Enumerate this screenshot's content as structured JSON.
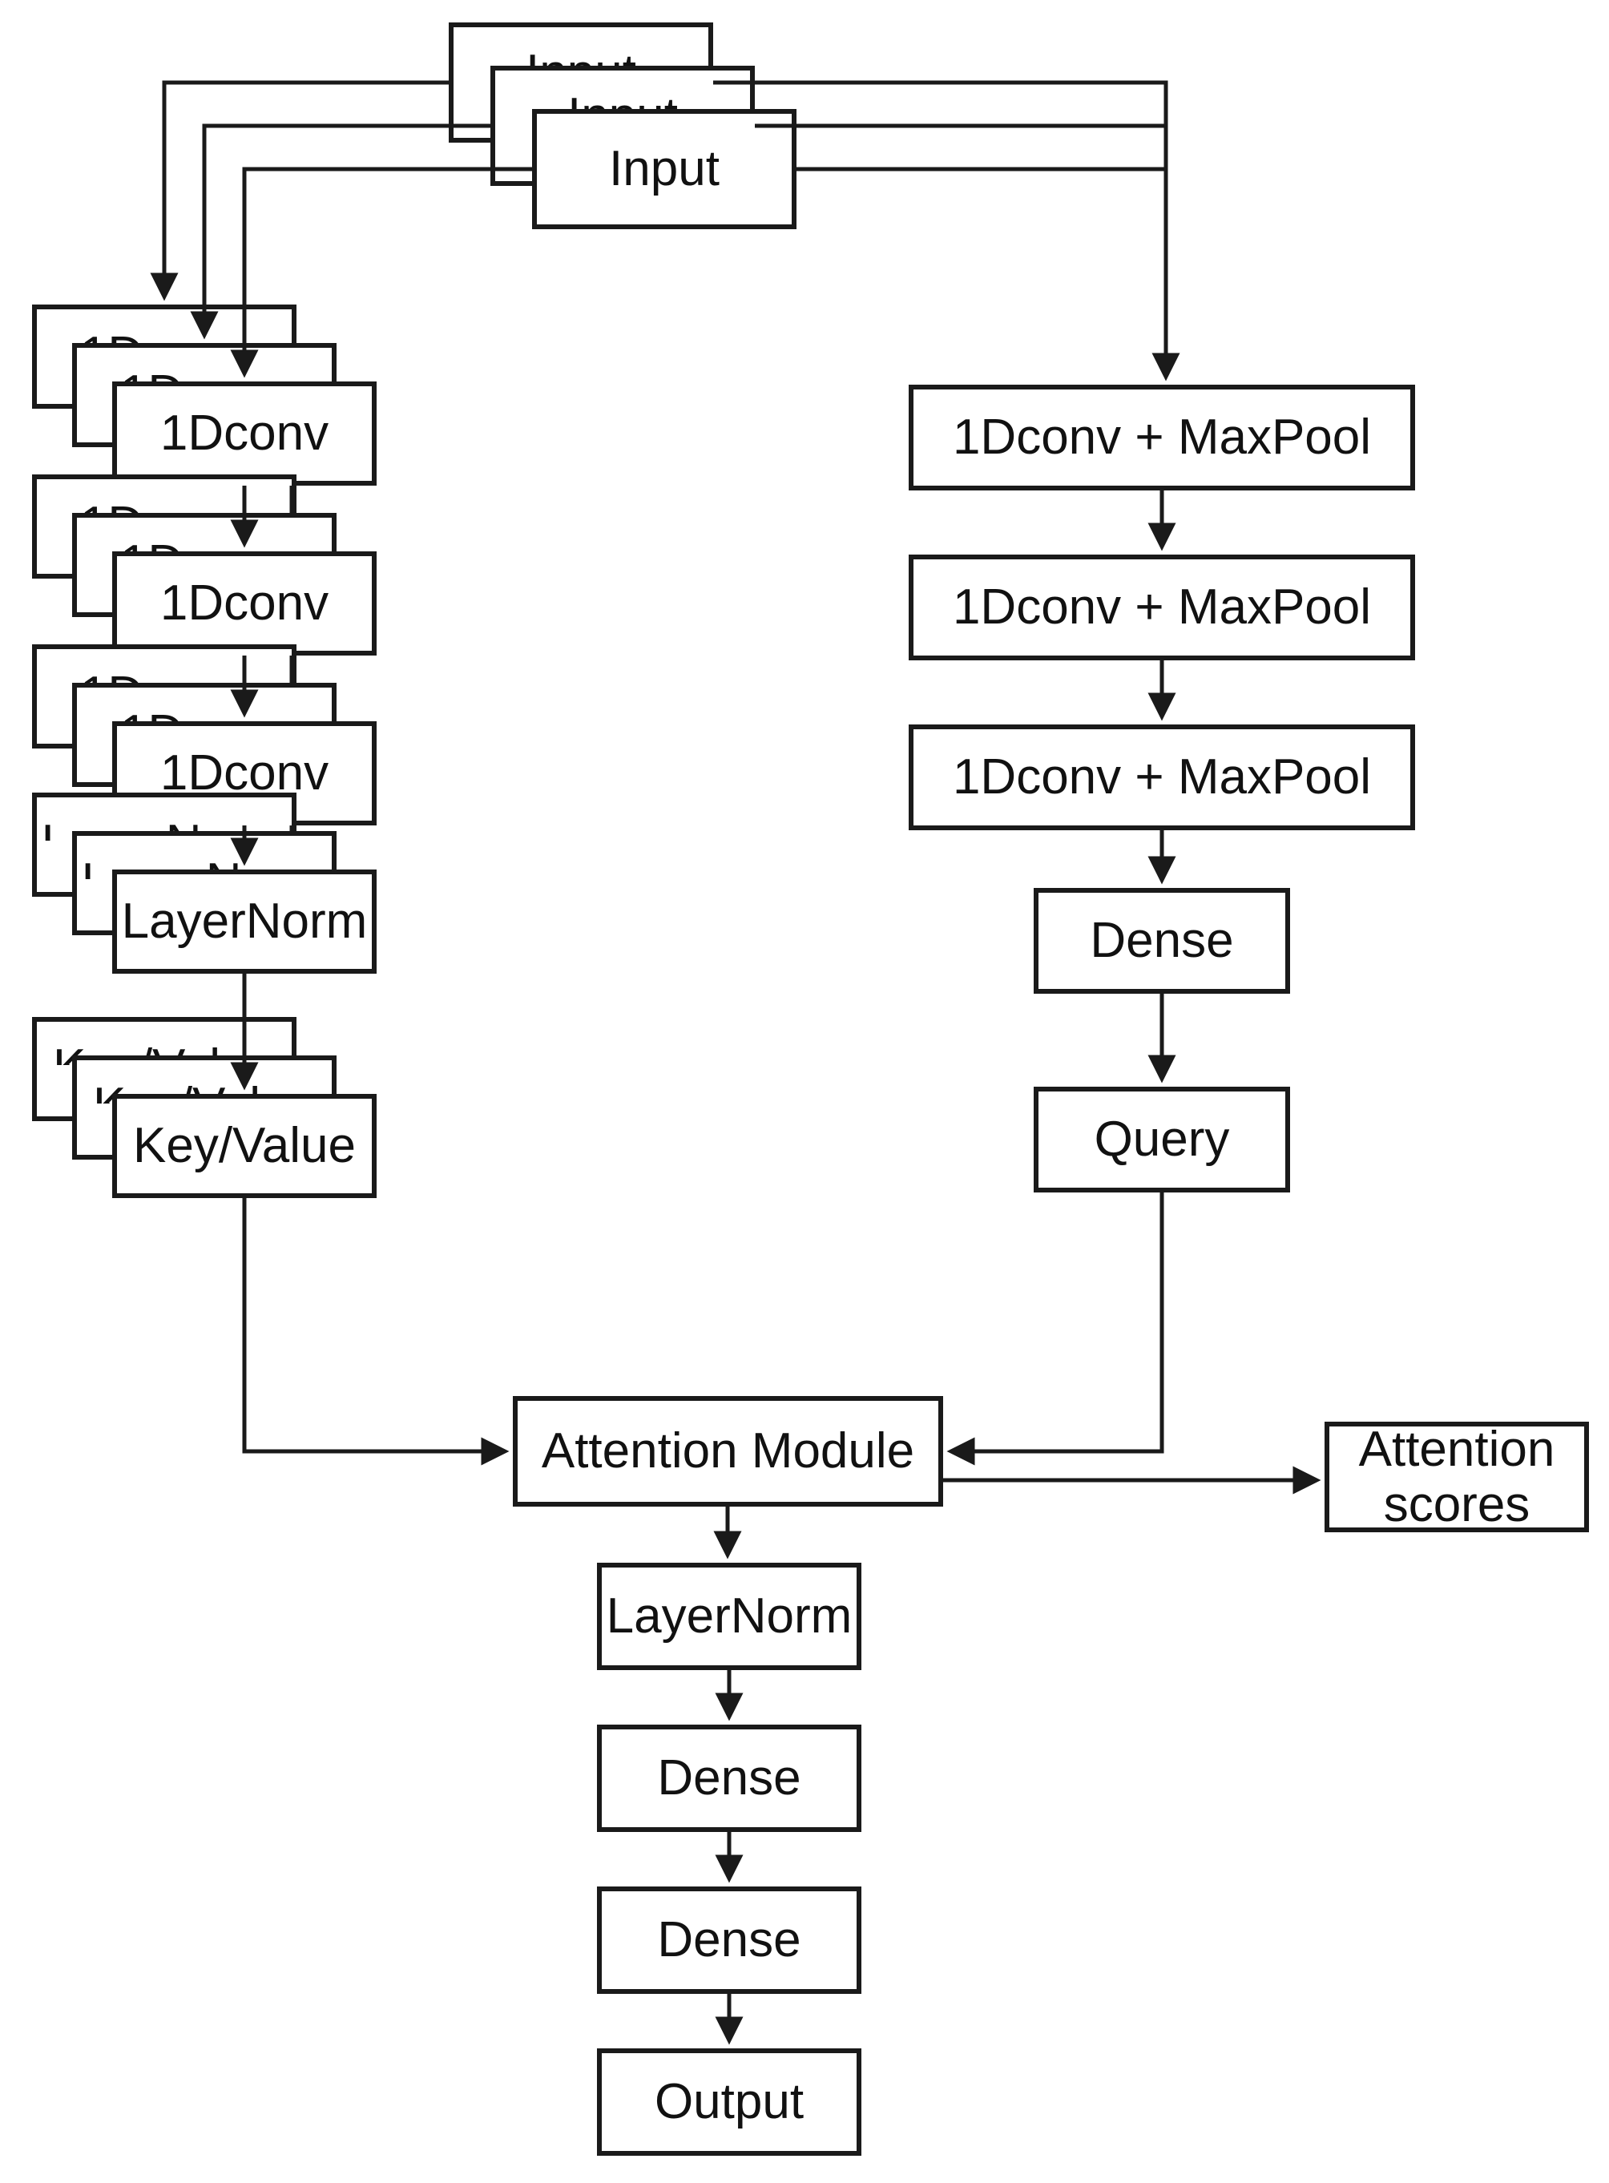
{
  "diagram_type": "neural-network-architecture-flowchart",
  "colors": {
    "background": "#ffffff",
    "line": "#1a1a1a",
    "box_fill": "#ffffff",
    "text": "#111111"
  },
  "nodes": {
    "input": {
      "label": "Input",
      "stack_count": 3
    },
    "conv1": {
      "label": "1Dconv",
      "stack_count": 3
    },
    "conv2": {
      "label": "1Dconv",
      "stack_count": 3
    },
    "conv3": {
      "label": "1Dconv",
      "stack_count": 3
    },
    "layernorm_left": {
      "label": "LayerNorm",
      "stack_count": 3
    },
    "key_value": {
      "label": "Key/Value",
      "stack_count": 3
    },
    "convpool1": {
      "label": "1Dconv + MaxPool",
      "stack_count": 1
    },
    "convpool2": {
      "label": "1Dconv + MaxPool",
      "stack_count": 1
    },
    "convpool3": {
      "label": "1Dconv + MaxPool",
      "stack_count": 1
    },
    "dense_right": {
      "label": "Dense",
      "stack_count": 1
    },
    "query": {
      "label": "Query",
      "stack_count": 1
    },
    "attention_module": {
      "label": "Attention Module",
      "stack_count": 1
    },
    "attention_scores": {
      "label": "Attention scores",
      "stack_count": 1
    },
    "layernorm_mid": {
      "label": "LayerNorm",
      "stack_count": 1
    },
    "dense_mid1": {
      "label": "Dense",
      "stack_count": 1
    },
    "dense_mid2": {
      "label": "Dense",
      "stack_count": 1
    },
    "output": {
      "label": "Output",
      "stack_count": 1
    }
  },
  "edges": [
    {
      "from": "input",
      "to": "conv1",
      "arrows": 3
    },
    {
      "from": "input",
      "to": "convpool1",
      "arrows": 1
    },
    {
      "from": "conv1",
      "to": "conv2",
      "arrows": 1
    },
    {
      "from": "conv2",
      "to": "conv3",
      "arrows": 1
    },
    {
      "from": "conv3",
      "to": "layernorm_left",
      "arrows": 1
    },
    {
      "from": "layernorm_left",
      "to": "key_value",
      "arrows": 1
    },
    {
      "from": "key_value",
      "to": "attention_module",
      "arrows": 1
    },
    {
      "from": "convpool1",
      "to": "convpool2",
      "arrows": 1
    },
    {
      "from": "convpool2",
      "to": "convpool3",
      "arrows": 1
    },
    {
      "from": "convpool3",
      "to": "dense_right",
      "arrows": 1
    },
    {
      "from": "dense_right",
      "to": "query",
      "arrows": 1
    },
    {
      "from": "query",
      "to": "attention_module",
      "arrows": 1
    },
    {
      "from": "attention_module",
      "to": "attention_scores",
      "arrows": 1
    },
    {
      "from": "attention_module",
      "to": "layernorm_mid",
      "arrows": 1
    },
    {
      "from": "layernorm_mid",
      "to": "dense_mid1",
      "arrows": 1
    },
    {
      "from": "dense_mid1",
      "to": "dense_mid2",
      "arrows": 1
    },
    {
      "from": "dense_mid2",
      "to": "output",
      "arrows": 1
    }
  ]
}
